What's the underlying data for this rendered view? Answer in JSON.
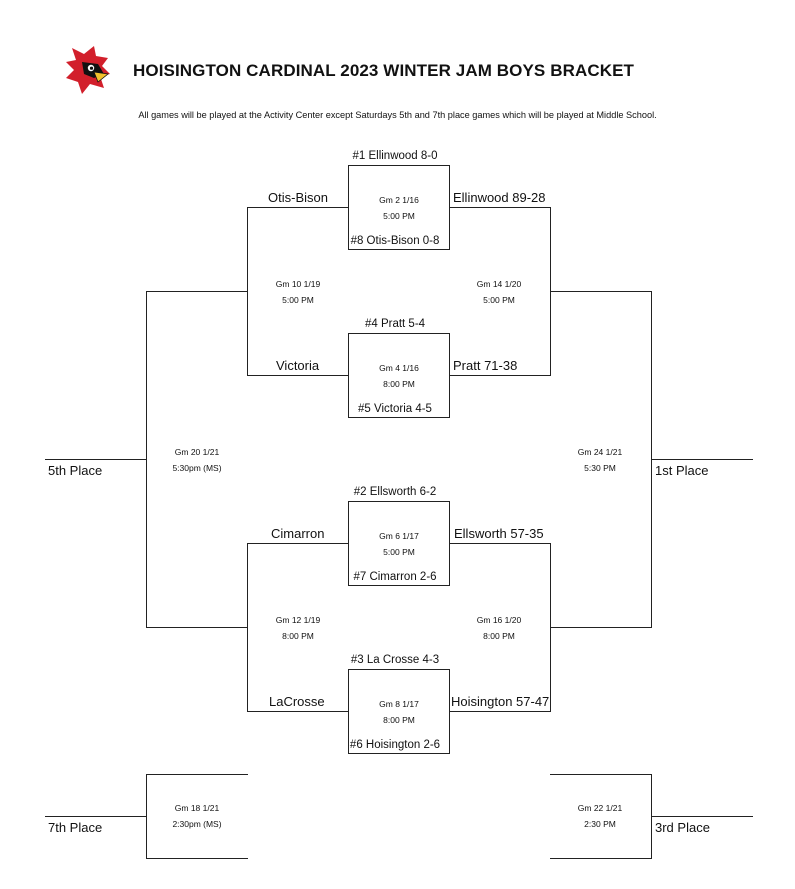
{
  "header": {
    "title": "HOISINGTON CARDINAL 2023 WINTER JAM BOYS BRACKET",
    "subtitle": "All games will be played at the Activity Center except Saturdays 5th and 7th place games which will be played at Middle School.",
    "logo_icon": "cardinal-bird-logo",
    "logo_color": "#d21f2b"
  },
  "round1": [
    {
      "top_seed": "#1 Ellinwood 8-0",
      "bottom_seed": "#8 Otis-Bison 0-8",
      "game": "Gm 2 1/16",
      "time": "5:00 PM",
      "loser": "Otis-Bison",
      "winner": "Ellinwood 89-28"
    },
    {
      "top_seed": "#4 Pratt 5-4",
      "bottom_seed": "#5 Victoria 4-5",
      "game": "Gm 4 1/16",
      "time": "8:00 PM",
      "loser": "Victoria",
      "winner": "Pratt 71-38"
    },
    {
      "top_seed": "#2 Ellsworth 6-2",
      "bottom_seed": "#7 Cimarron 2-6",
      "game": "Gm 6 1/17",
      "time": "5:00 PM",
      "loser": "Cimarron",
      "winner": "Ellsworth 57-35"
    },
    {
      "top_seed": "#3 La Crosse 4-3",
      "bottom_seed": "#6 Hoisington 2-6",
      "game": "Gm 8 1/17",
      "time": "8:00 PM",
      "loser": "LaCrosse",
      "winner": "Hoisington 57-47"
    }
  ],
  "consolation_semis": [
    {
      "game": "Gm 10 1/19",
      "time": "5:00 PM"
    },
    {
      "game": "Gm 12 1/19",
      "time": "8:00 PM"
    }
  ],
  "winner_semis": [
    {
      "game": "Gm 14 1/20",
      "time": "5:00 PM"
    },
    {
      "game": "Gm 16 1/20",
      "time": "8:00 PM"
    }
  ],
  "finals": {
    "fifth": {
      "game": "Gm 20 1/21",
      "time": "5:30pm (MS)",
      "label": "5th Place"
    },
    "first": {
      "game": "Gm 24 1/21",
      "time": "5:30 PM",
      "label": "1st Place"
    },
    "seventh": {
      "game": "Gm 18 1/21",
      "time": "2:30pm (MS)",
      "label": "7th Place"
    },
    "third": {
      "game": "Gm 22 1/21",
      "time": "2:30 PM",
      "label": "3rd Place"
    }
  }
}
